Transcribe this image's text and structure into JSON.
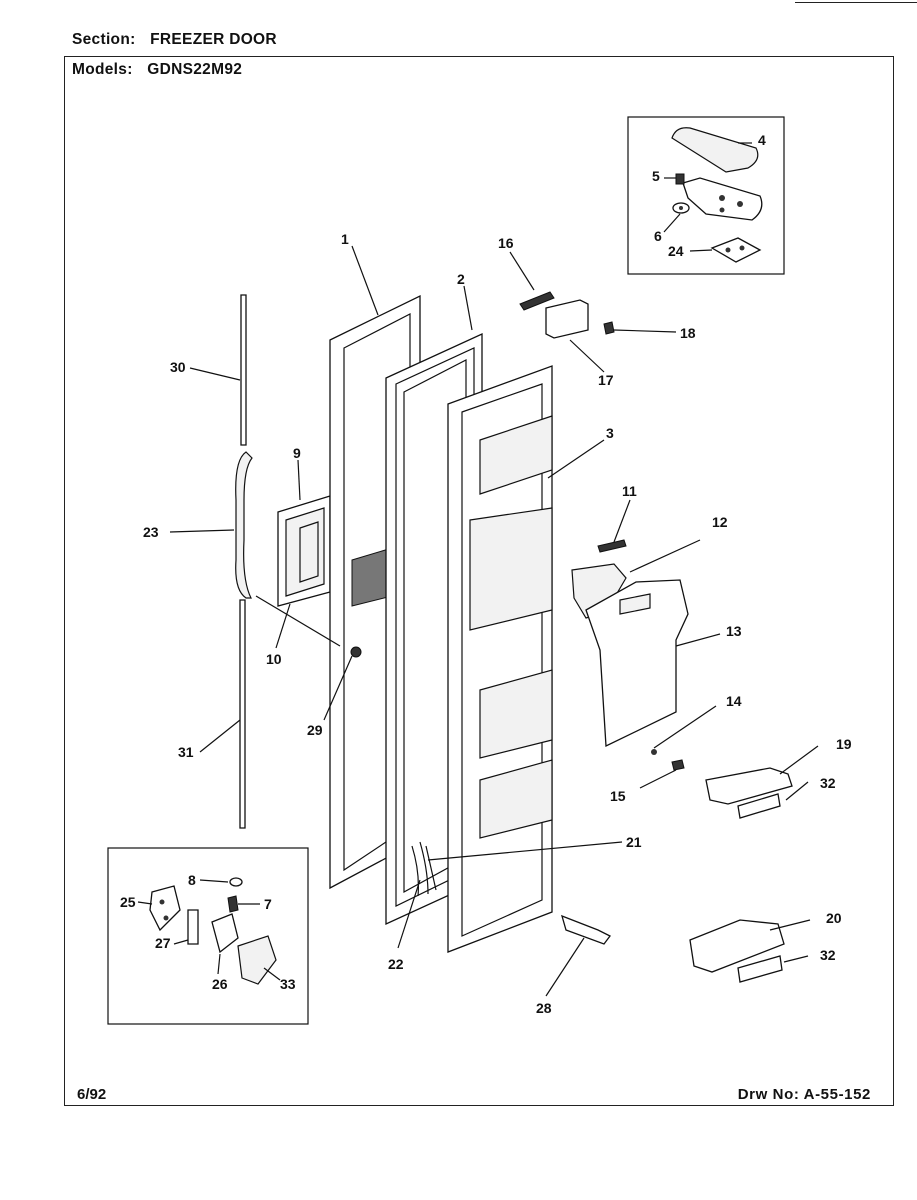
{
  "header": {
    "section_label": "Section:",
    "section_value": "FREEZER DOOR",
    "models_label": "Models:",
    "models_value": "GDNS22M92"
  },
  "footer": {
    "date": "6/92",
    "drawing_number": "Drw No: A-55-152"
  },
  "callouts": {
    "p1": "1",
    "p2": "2",
    "p3": "3",
    "p4": "4",
    "p5": "5",
    "p6": "6",
    "p7": "7",
    "p8": "8",
    "p9": "9",
    "p10": "10",
    "p11": "11",
    "p12": "12",
    "p13": "13",
    "p14": "14",
    "p15": "15",
    "p16": "16",
    "p17": "17",
    "p18": "18",
    "p19": "19",
    "p20": "20",
    "p21": "21",
    "p22": "22",
    "p23": "23",
    "p24": "24",
    "p25": "25",
    "p26": "26",
    "p27": "27",
    "p28": "28",
    "p29": "29",
    "p30": "30",
    "p31": "31",
    "p32a": "32",
    "p32b": "32",
    "p33": "33"
  }
}
